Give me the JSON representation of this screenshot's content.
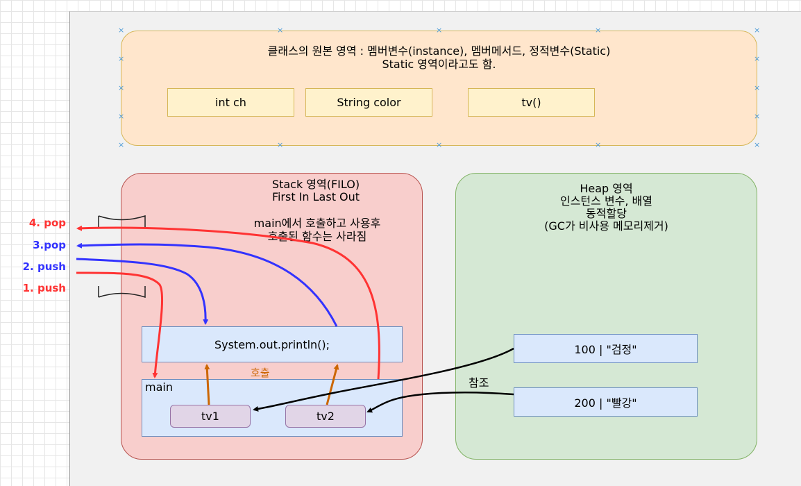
{
  "class_area": {
    "title_line1": "클래스의 원본 영역 : 멤버변수(instance), 멤버메서드, 정적변수(Static)",
    "title_line2": "Static 영역이라고도 함.",
    "fields": [
      "int ch",
      "String color",
      "tv()"
    ]
  },
  "stack_area": {
    "title_line1": "Stack 영역(FILO)",
    "title_line2": "First In Last Out",
    "note_line1": "main에서 호출하고 사용후",
    "note_line2": "호출된 함수는 사라짐",
    "println_label": "System.out.println();",
    "call_label": "호출",
    "main_label": "main",
    "tv1_label": "tv1",
    "tv2_label": "tv2"
  },
  "heap_area": {
    "title_line1": "Heap 영역",
    "title_line2": "인스턴스 변수, 배열",
    "title_line3": "동적할당",
    "title_line4": "(GC가 비사용 메모리제거)",
    "obj1_label": "100 | \"검정\"",
    "obj2_label": "200 | \"빨강\"",
    "ref_label": "참조"
  },
  "steps": [
    {
      "label": "4. pop",
      "color": "#ff3333"
    },
    {
      "label": "3.pop",
      "color": "#3333ff"
    },
    {
      "label": "2. push",
      "color": "#3333ff"
    },
    {
      "label": "1. push",
      "color": "#ff3333"
    }
  ],
  "colors": {
    "red_arrow": "#ff3333",
    "blue_arrow": "#3333ff",
    "call_arrow": "#cc6600",
    "ref_arrow": "#000000"
  }
}
